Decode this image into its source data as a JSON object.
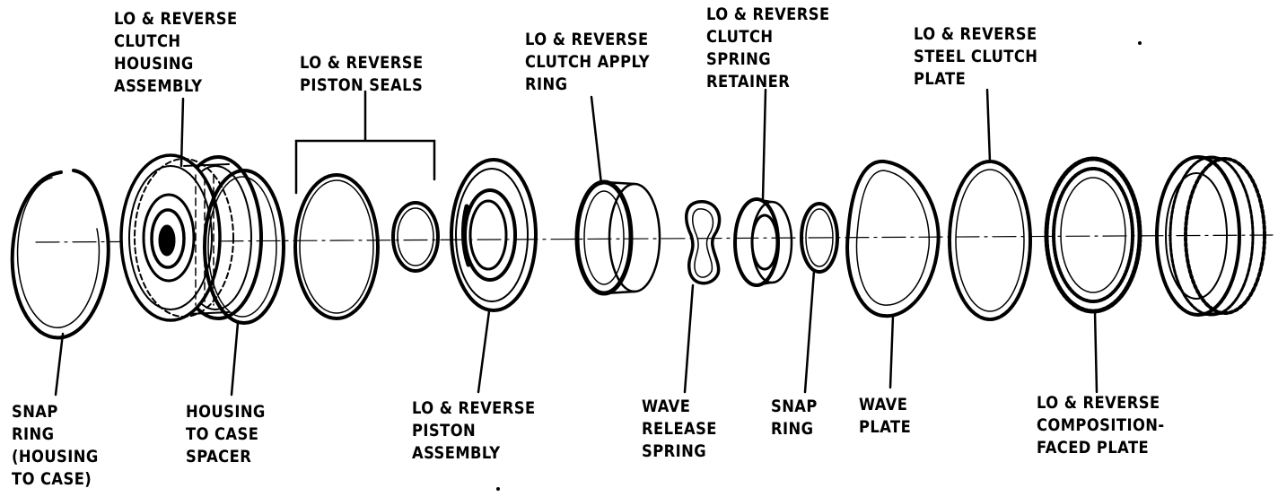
{
  "labels": {
    "housing_assembly": "LO & REVERSE\nCLUTCH\nHOUSING\nASSEMBLY",
    "piston_seals": "LO & REVERSE\nPISTON SEALS",
    "apply_ring": "LO & REVERSE\nCLUTCH APPLY\nRING",
    "spring_retainer": "LO & REVERSE\nCLUTCH\nSPRING\nRETAINER",
    "steel_plate": "LO & REVERSE\nSTEEL CLUTCH\nPLATE",
    "snap_ring_housing": "SNAP\nRING\n(HOUSING\nTO CASE)",
    "spacer": "HOUSING\nTO CASE\nSPACER",
    "piston_assembly": "LO & REVERSE\nPISTON\nASSEMBLY",
    "wave_release_spring": "WAVE\nRELEASE\nSPRING",
    "snap_ring": "SNAP\nRING",
    "wave_plate": "WAVE\nPLATE",
    "composition_plate": "LO & REVERSE\nCOMPOSITION-\nFACED PLATE"
  }
}
